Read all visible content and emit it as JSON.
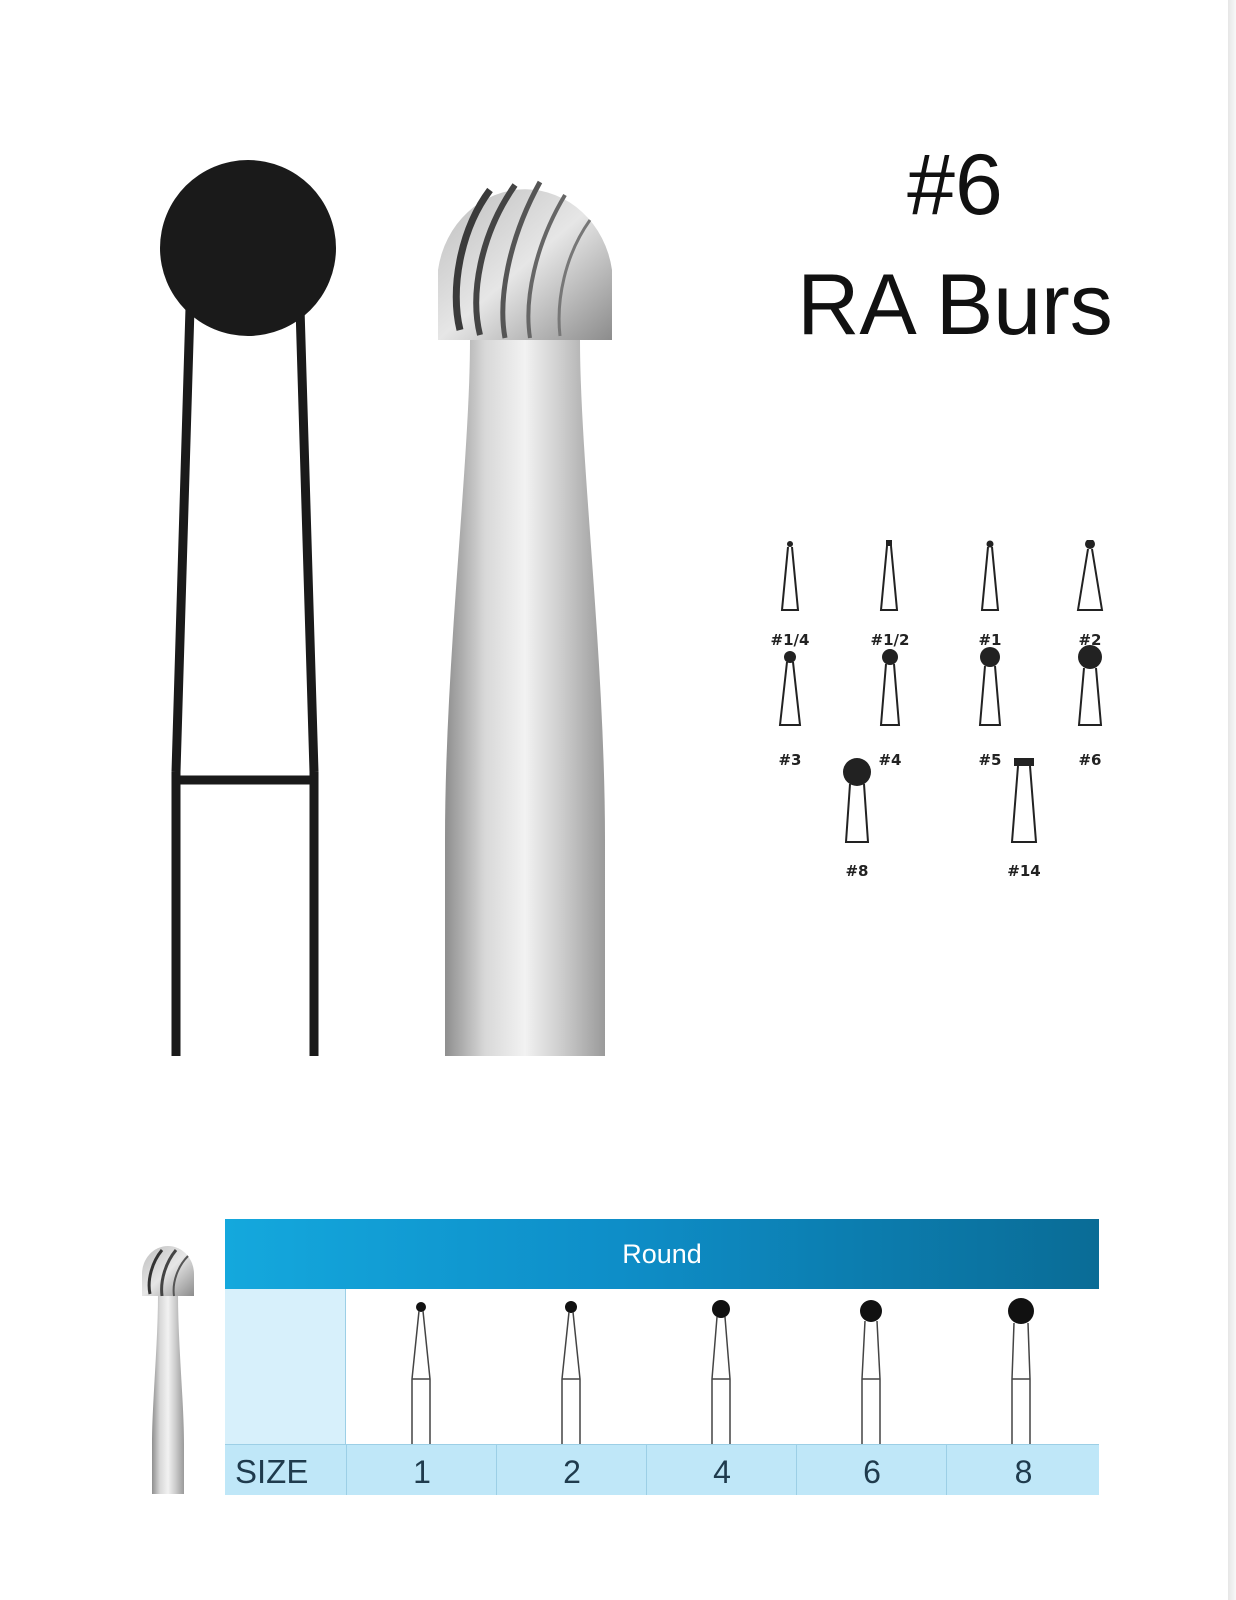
{
  "title": {
    "line1": "#6",
    "line2": "RA Burs"
  },
  "size_chart": {
    "labels": [
      "#1/4",
      "#1/2",
      "#1",
      "#2",
      "#3",
      "#4",
      "#5",
      "#6",
      "#8",
      "#14"
    ]
  },
  "table": {
    "header": "Round",
    "size_label": "SIZE",
    "sizes": [
      "1",
      "2",
      "4",
      "6",
      "8"
    ]
  },
  "colors": {
    "header_start": "#14a8dd",
    "header_end": "#0a6c96",
    "size_row": "#bfe7f8",
    "side_panel": "#d7f0fb"
  }
}
